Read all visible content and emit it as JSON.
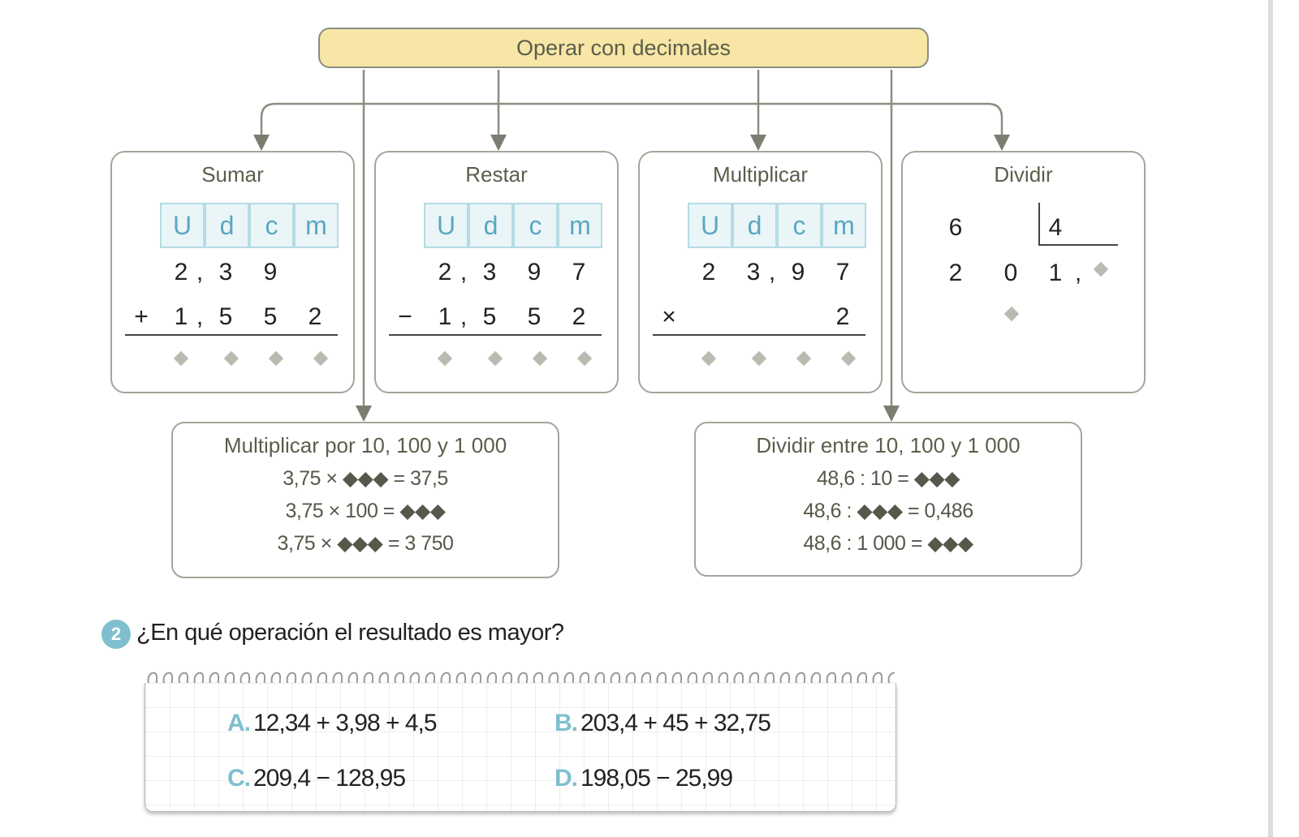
{
  "header": {
    "title": "Operar con decimales"
  },
  "columns_header": [
    "U",
    "d",
    "c",
    "m"
  ],
  "colors": {
    "title_bg": "#f7e6a6",
    "border": "#8a8d80",
    "accent_teal": "#7fbfcf",
    "placeholder_diamond": "#b8bcb0"
  },
  "operations": [
    {
      "title": "Sumar",
      "row1": [
        "",
        "2",
        "3",
        "9",
        ""
      ],
      "row2": [
        "+",
        "1",
        "5",
        "5",
        "2"
      ],
      "row1_comma": true,
      "row2_comma": true
    },
    {
      "title": "Restar",
      "row1": [
        "",
        "2",
        "3",
        "9",
        "7"
      ],
      "row2": [
        "−",
        "1",
        "5",
        "5",
        "2"
      ],
      "row1_comma": true,
      "row2_comma": true
    },
    {
      "title": "Multiplicar",
      "row1": [
        "",
        "2",
        "3",
        "9",
        "7"
      ],
      "row2": [
        "×",
        "",
        "",
        "",
        "2"
      ],
      "row1_comma": false,
      "row1_comma_after_d": true,
      "row2_comma": false
    }
  ],
  "divide": {
    "title": "Dividir",
    "dividend": "6",
    "divisor": "4",
    "remainder_row": [
      "2",
      "0"
    ],
    "quotient": "1",
    "comma": ","
  },
  "multiply_powers": {
    "title": "Multiplicar por 10, 100 y 1 000",
    "lines": [
      "3,75 × ◆◆◆ = 37,5",
      "3,75 × 100 = ◆◆◆",
      "3,75 × ◆◆◆ = 3 750"
    ]
  },
  "divide_powers": {
    "title": "Dividir entre 10, 100 y 1 000",
    "lines": [
      "48,6 : 10 = ◆◆◆",
      "48,6 : ◆◆◆ = 0,486",
      "48,6 : 1 000 = ◆◆◆"
    ]
  },
  "question": {
    "number": "2",
    "text": "¿En qué operación el resultado es mayor?"
  },
  "options": [
    {
      "letter": "A.",
      "expr": "12,34 + 3,98 + 4,5"
    },
    {
      "letter": "B.",
      "expr": "203,4 + 45 + 32,75"
    },
    {
      "letter": "C.",
      "expr": "209,4 − 128,95"
    },
    {
      "letter": "D.",
      "expr": "198,05 − 25,99"
    }
  ]
}
